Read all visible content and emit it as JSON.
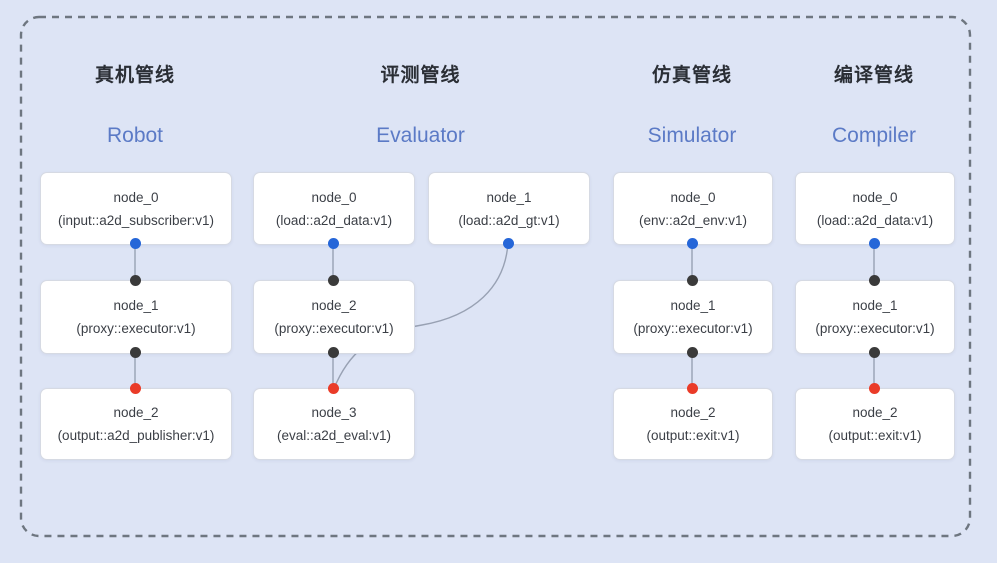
{
  "colors": {
    "background": "#dde4f5",
    "frame_dash": "#6e7680",
    "pipeline_name_blue": "#5b7ac6",
    "chinese_title": "#2a2e35",
    "node_text": "#3b3f46",
    "node_border": "#d6dae3",
    "node_background": "#ffffff",
    "connector": "#98a1b3",
    "port_output_blue": "#2566d8",
    "port_dark": "#3a3a3a",
    "port_input_red": "#ea3b28"
  },
  "pipelines": [
    {
      "title_zh": "真机管线",
      "title_en": "Robot",
      "nodes": [
        {
          "title": "node_0",
          "subtitle": "(input::a2d_subscriber:v1)"
        },
        {
          "title": "node_1",
          "subtitle": "(proxy::executor:v1)"
        },
        {
          "title": "node_2",
          "subtitle": "(output::a2d_publisher:v1)"
        }
      ]
    },
    {
      "title_zh": "评测管线",
      "title_en": "Evaluator",
      "nodes": [
        {
          "title": "node_0",
          "subtitle": "(load::a2d_data:v1)"
        },
        {
          "title": "node_1",
          "subtitle": "(load::a2d_gt:v1)"
        },
        {
          "title": "node_2",
          "subtitle": "(proxy::executor:v1)"
        },
        {
          "title": "node_3",
          "subtitle": "(eval::a2d_eval:v1)"
        }
      ]
    },
    {
      "title_zh": "仿真管线",
      "title_en": "Simulator",
      "nodes": [
        {
          "title": "node_0",
          "subtitle": "(env::a2d_env:v1)"
        },
        {
          "title": "node_1",
          "subtitle": "(proxy::executor:v1)"
        },
        {
          "title": "node_2",
          "subtitle": "(output::exit:v1)"
        }
      ]
    },
    {
      "title_zh": "编译管线",
      "title_en": "Compiler",
      "nodes": [
        {
          "title": "node_0",
          "subtitle": "(load::a2d_data:v1)"
        },
        {
          "title": "node_1",
          "subtitle": "(proxy::executor:v1)"
        },
        {
          "title": "node_2",
          "subtitle": "(output::exit:v1)"
        }
      ]
    }
  ],
  "edges": [
    {
      "from": "robot.node_0",
      "to": "robot.node_1",
      "style": "straight"
    },
    {
      "from": "robot.node_1",
      "to": "robot.node_2",
      "style": "straight"
    },
    {
      "from": "evaluator.node_0",
      "to": "evaluator.node_2",
      "style": "straight"
    },
    {
      "from": "evaluator.node_2",
      "to": "evaluator.node_3",
      "style": "straight"
    },
    {
      "from": "evaluator.node_1",
      "to": "evaluator.node_3",
      "style": "curved"
    },
    {
      "from": "simulator.node_0",
      "to": "simulator.node_1",
      "style": "straight"
    },
    {
      "from": "simulator.node_1",
      "to": "simulator.node_2",
      "style": "straight"
    },
    {
      "from": "compiler.node_0",
      "to": "compiler.node_1",
      "style": "straight"
    },
    {
      "from": "compiler.node_1",
      "to": "compiler.node_2",
      "style": "straight"
    }
  ]
}
